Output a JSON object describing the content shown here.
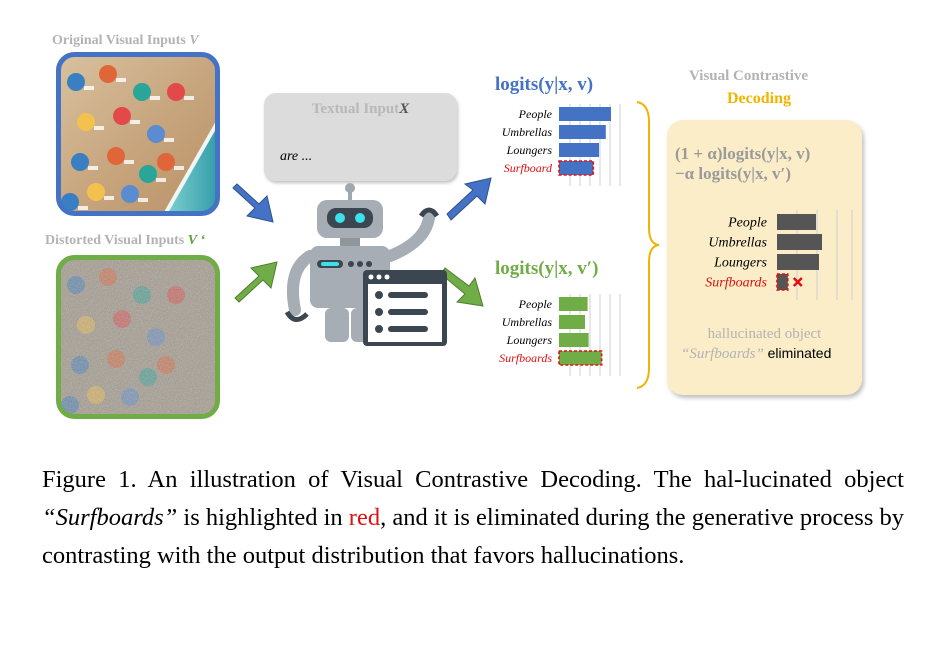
{
  "figure": {
    "original_label": "Original Visual Inputs",
    "original_symbol": "V",
    "distorted_label": "Distorted Visual Inputs",
    "distorted_symbol": "V ‘",
    "textual_input_label": "Textual Input",
    "textual_input_symbol": "X",
    "textual_input_text": "are ...",
    "logits_original": "logits(y|x, v)",
    "logits_distorted": "logits(y|x, v′)",
    "vcd_title_line1": "Visual Contrastive",
    "vcd_title_line2": "Decoding",
    "formula_line1": "(1 + α)logits(y|x, v)",
    "formula_line2": "−α logits(y|x, v′)",
    "hallucinated_label": "hallucinated object",
    "hallucinated_object": "“Surfboards”",
    "eliminated_label": "eliminated",
    "colors": {
      "blue": "#4472c4",
      "green": "#70ad47",
      "dark": "#555555",
      "red": "#e01010",
      "gold": "#f0b400"
    },
    "bars_original": [
      {
        "label": "People",
        "value": 1.0
      },
      {
        "label": "Umbrellas",
        "value": 0.9
      },
      {
        "label": "Loungers",
        "value": 0.77
      },
      {
        "label": "Surfboard",
        "value": 0.66,
        "hallucinated": true
      }
    ],
    "bars_distorted": [
      {
        "label": "People",
        "value": 0.55
      },
      {
        "label": "Umbrellas",
        "value": 0.5
      },
      {
        "label": "Loungers",
        "value": 0.57
      },
      {
        "label": "Surfboards",
        "value": 0.82,
        "hallucinated": true
      }
    ],
    "bars_vcd": [
      {
        "label": "People",
        "value": 0.65
      },
      {
        "label": "Umbrellas",
        "value": 0.75
      },
      {
        "label": "Loungers",
        "value": 0.7
      },
      {
        "label": "Surfboards",
        "value": 0.18,
        "hallucinated": true
      }
    ]
  },
  "caption": {
    "prefix": "Figure 1. An illustration of Visual Contrastive Decoding. The hal-lucinated object ",
    "quote": "“Surfboards”",
    "mid": " is highlighted in ",
    "red_word": "red",
    "suffix": ", and it is eliminated during the generative process by contrasting with the output distribution that favors hallucinations."
  }
}
